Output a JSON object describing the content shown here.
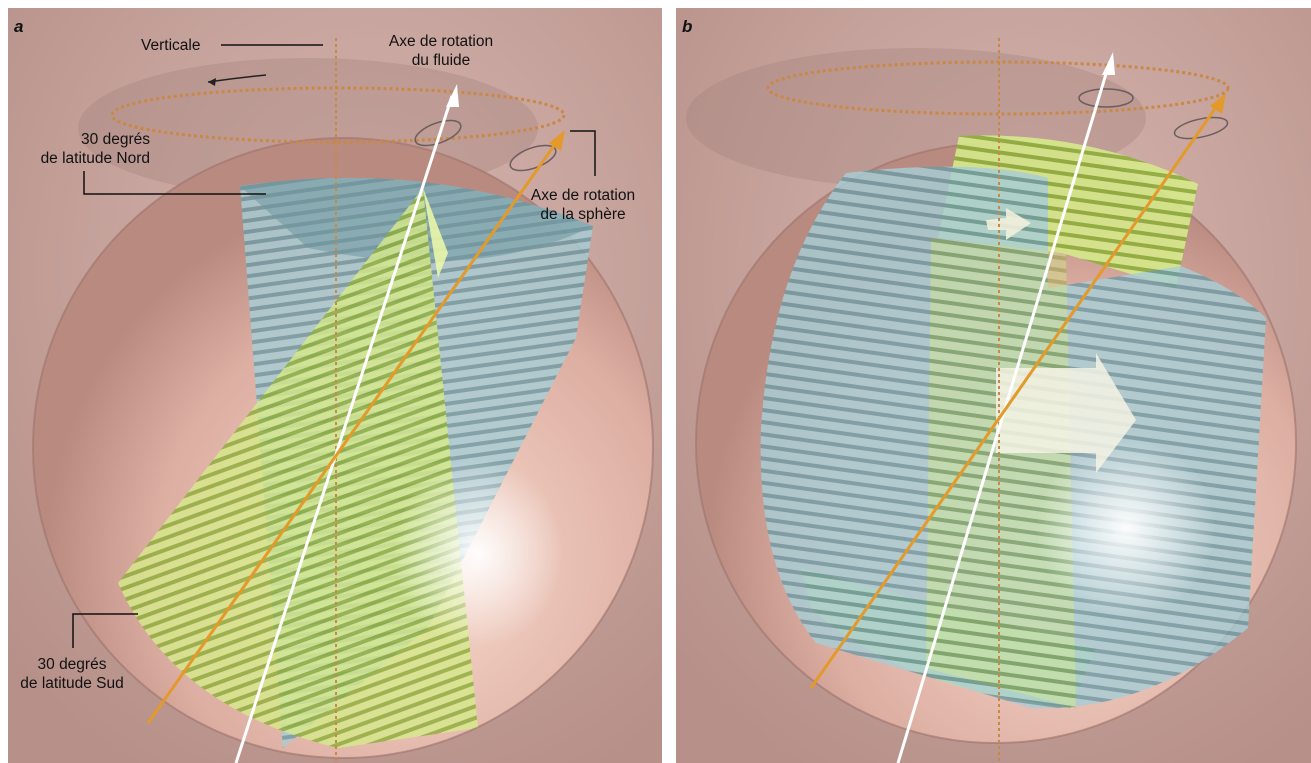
{
  "panels": [
    {
      "letter": "a",
      "labels": {
        "vertical": "Verticale",
        "fluid_axis_line1": "Axe de rotation",
        "fluid_axis_line2": "du fluide",
        "north_line1": "30 degrés",
        "north_line2": "de latitude Nord",
        "sphere_axis_line1": "Axe de rotation",
        "sphere_axis_line2": "de la sphère",
        "south_line1": "30 degrés",
        "south_line2": "de latitude Sud"
      }
    },
    {
      "letter": "b"
    }
  ],
  "colors": {
    "background": "#c8a6a0",
    "sphere": "#e2b3a8",
    "cone_blue": "#9ec4cc",
    "cone_green": "#c8df7a",
    "sphere_axis": "#e39a2a",
    "fluid_axis": "#ffffff",
    "vertical_line": "#c98845"
  }
}
